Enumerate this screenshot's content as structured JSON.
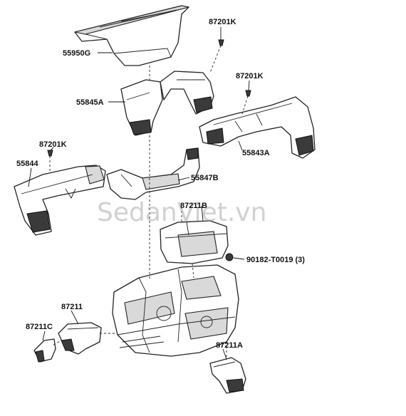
{
  "watermark": "SedanViet.vn",
  "parts": {
    "p55950G": "55950G",
    "p87201K_top": "87201K",
    "p87201K_mid": "87201K",
    "p87201K_left": "87201K",
    "p55845A": "55845A",
    "p55843A": "55843A",
    "p55844": "55844",
    "p55847B": "55847B",
    "p87211B": "87211B",
    "p90182": "90182-T0019 (3)",
    "p87211": "87211",
    "p87211C": "87211C",
    "p87211A": "87211A"
  },
  "colors": {
    "line": "#222222",
    "shade": "#d9d9d9",
    "watermark": "#9a9a9a"
  }
}
